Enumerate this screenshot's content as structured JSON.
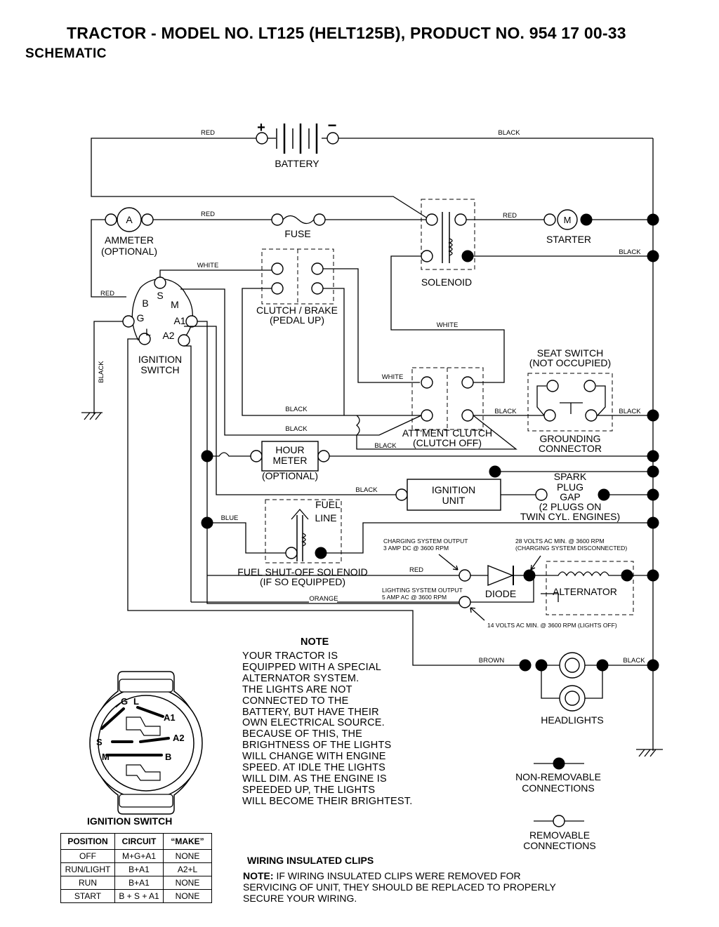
{
  "header": {
    "title": "TRACTOR - MODEL NO. LT125 (HELT125B), PRODUCT NO. 954 17 00-33",
    "subtitle": "SCHEMATIC"
  },
  "components": {
    "battery": "BATTERY",
    "battery_plus": "+",
    "battery_minus": "−",
    "ammeter": "AMMETER",
    "ammeter_optional": "(OPTIONAL)",
    "ammeter_symbol": "A",
    "fuse": "FUSE",
    "solenoid": "SOLENOID",
    "starter": "STARTER",
    "starter_symbol": "M",
    "clutch_brake": "CLUTCH / BRAKE",
    "clutch_brake_sub": "(PEDAL UP)",
    "ignition_switch_1": "IGNITION",
    "ignition_switch_2": "SWITCH",
    "seat_switch": "SEAT SWITCH",
    "seat_switch_sub": "(NOT OCCUPIED)",
    "grounding_1": "GROUNDING",
    "grounding_2": "CONNECTOR",
    "attment_clutch": "ATT'MENT CLUTCH",
    "attment_clutch_sub": "(CLUTCH OFF)",
    "hour_meter_1": "HOUR",
    "hour_meter_2": "METER",
    "hour_meter_optional": "(OPTIONAL)",
    "ignition_unit_1": "IGNITION",
    "ignition_unit_2": "UNIT",
    "spark_1": "SPARK",
    "spark_2": "PLUG",
    "spark_3": "GAP",
    "spark_4": "(2 PLUGS ON",
    "spark_5": "TWIN CYL. ENGINES)",
    "fuel_line_1": "FUEL",
    "fuel_line_2": "LINE",
    "fuel_solenoid": "FUEL SHUT-OFF SOLENOID",
    "fuel_solenoid_sub": "(IF SO EQUIPPED)",
    "diode": "DIODE",
    "alternator": "ALTERNATOR",
    "headlights": "HEADLIGHTS",
    "charging_1": "CHARGING SYSTEM OUTPUT",
    "charging_2": "3 AMP DC @ 3600 RPM",
    "volts28_1": "28 VOLTS AC MIN. @ 3600 RPM",
    "volts28_2": "(CHARGING SYSTEM DISCONNECTED)",
    "lighting_1": "LIGHTING SYSTEM OUTPUT",
    "lighting_2": "5 AMP AC @ 3600 RPM",
    "volts14": "14 VOLTS AC MIN. @ 3600 RPM (LIGHTS OFF)",
    "nonrem_1": "NON-REMOVABLE",
    "nonrem_2": "CONNECTIONS",
    "rem_1": "REMOVABLE",
    "rem_2": "CONNECTIONS"
  },
  "terminals": {
    "b": "B",
    "s": "S",
    "m": "M",
    "g": "G",
    "l": "L",
    "a1": "A1",
    "a2": "A2"
  },
  "wires": {
    "red": "RED",
    "black": "BLACK",
    "white": "WHITE",
    "blue": "BLUE",
    "orange": "ORANGE",
    "brown": "BROWN"
  },
  "note": {
    "heading": "NOTE",
    "body": "YOUR TRACTOR IS\nEQUIPPED WITH A SPECIAL\nALTERNATOR SYSTEM.\nTHE LIGHTS ARE NOT\nCONNECTED TO THE\nBATTERY, BUT HAVE THEIR\nOWN ELECTRICAL SOURCE.\nBECAUSE OF THIS, THE\nBRIGHTNESS OF THE LIGHTS\nWILL CHANGE WITH ENGINE\nSPEED.  AT IDLE THE LIGHTS\nWILL DIM.  AS THE ENGINE IS\nSPEEDED UP, THE LIGHTS\nWILL BECOME THEIR BRIGHTEST."
  },
  "clips": {
    "heading": "WIRING INSULATED CLIPS",
    "note_label": "NOTE:",
    "note_text": " IF WIRING INSULATED CLIPS WERE REMOVED FOR SERVICING OF UNIT, THEY SHOULD BE REPLACED TO PROPERLY SECURE YOUR WIRING."
  },
  "ignition_table": {
    "title": "IGNITION SWITCH",
    "headers": [
      "POSITION",
      "CIRCUIT",
      "“MAKE”"
    ],
    "rows": [
      [
        "OFF",
        "M+G+A1",
        "NONE"
      ],
      [
        "RUN/LIGHT",
        "B+A1",
        "A2+L"
      ],
      [
        "RUN",
        "B+A1",
        "NONE"
      ],
      [
        "START",
        "B + S + A1",
        "NONE"
      ]
    ]
  }
}
